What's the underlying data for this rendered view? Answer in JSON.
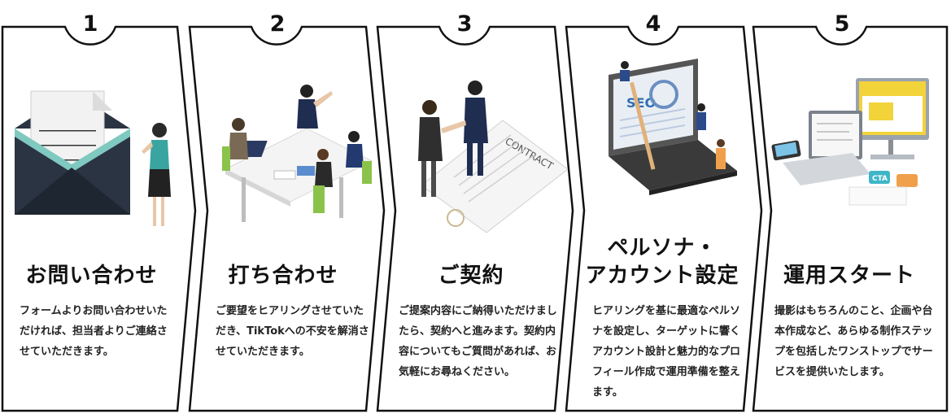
{
  "steps": [
    {
      "number": "1",
      "title": "お問い合わせ",
      "description": "フォームよりお問い合わせいただければ、担当者よりご連絡させていただきます。",
      "icon": "envelope-inquiry-icon"
    },
    {
      "number": "2",
      "title": "打ち合わせ",
      "description": "ご要望をヒアリングさせていただき、TikTokへの不安を解消させていただきます。",
      "icon": "meeting-icon"
    },
    {
      "number": "3",
      "title": "ご契約",
      "description": "ご提案内容にご納得いただけましたら、契約へと進みます。契約内容についてもご質問があれば、お気軽にお尋ねください。",
      "icon": "contract-handshake-icon",
      "illustration_text": "CONTRACT"
    },
    {
      "number": "4",
      "title_lines": [
        "ペルソナ・",
        "アカウント設定"
      ],
      "description": "ヒアリングを基に最適なペルソナを設定し、ターゲットに響くアカウント設計と魅力的なプロフィール作成で運用準備を整えます。",
      "icon": "laptop-seo-icon",
      "illustration_text": "SEO"
    },
    {
      "number": "5",
      "title": "運用スタート",
      "description": "撮影はもちろんのこと、企画や台本作成など、あらゆる制作ステップを包括したワンストップでサービスを提供いたします。",
      "icon": "devices-cta-icon",
      "illustration_text": "CTA"
    }
  ],
  "colors": {
    "border": "#111111",
    "envelope_dark": "#2b3442",
    "envelope_teal": "#7fc9c0",
    "suit_navy": "#1f2d50",
    "chair_green": "#8bc34a",
    "accent_yellow": "#e8d53a",
    "accent_orange": "#f0a04b"
  }
}
